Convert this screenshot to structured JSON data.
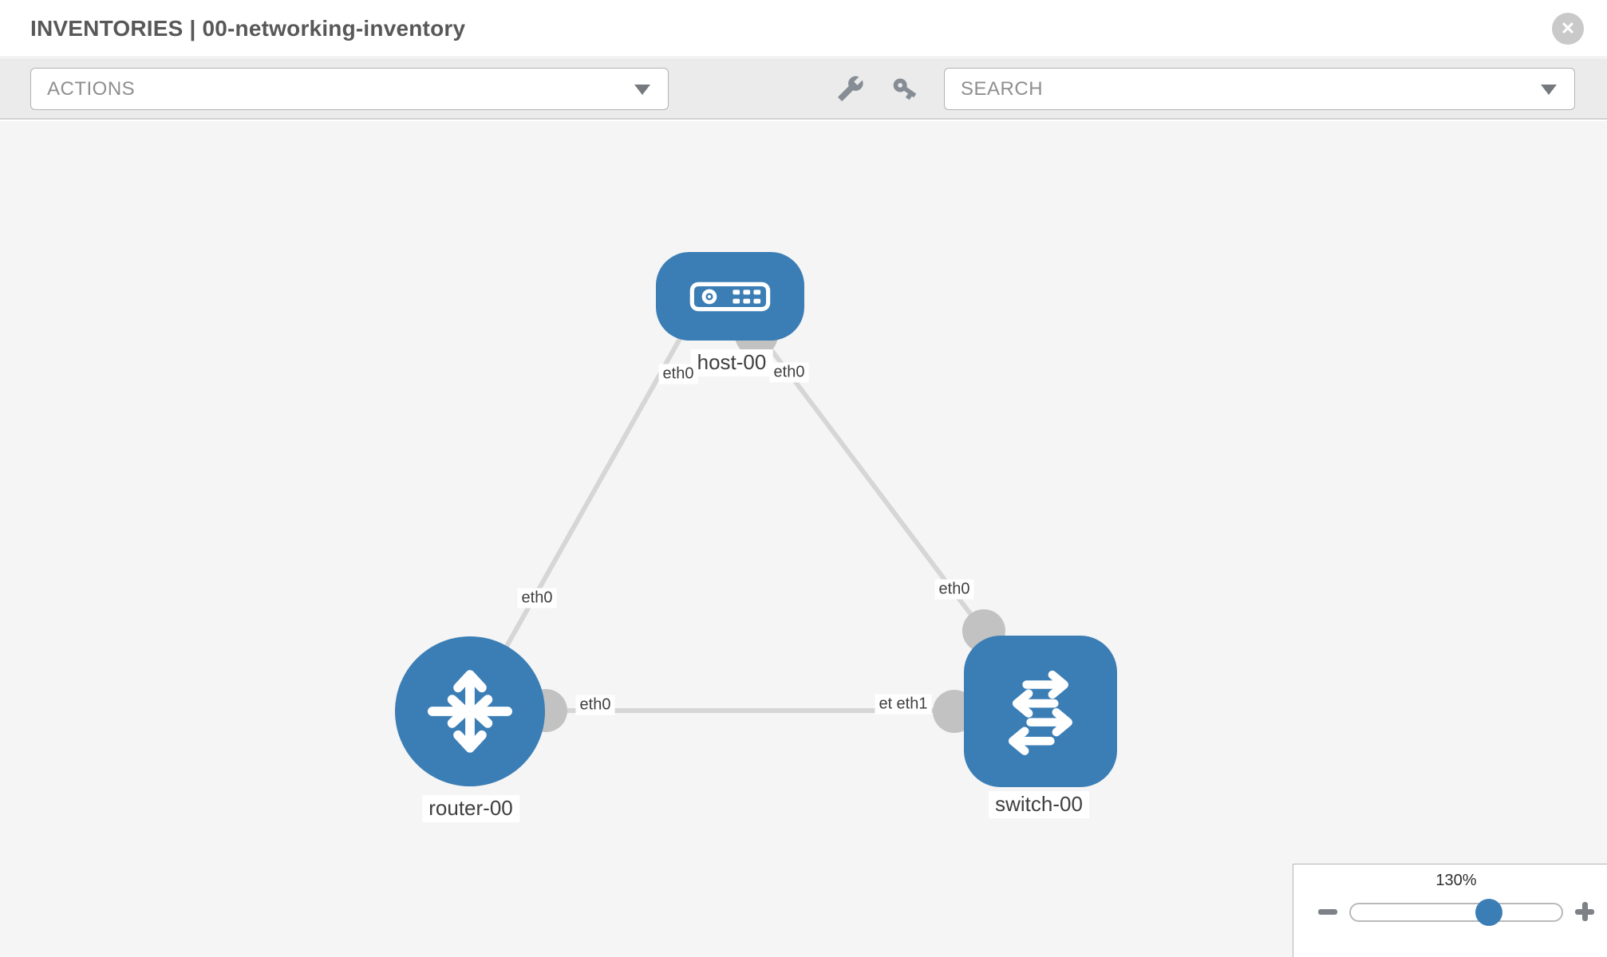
{
  "header": {
    "title": "INVENTORIES | 00-networking-inventory"
  },
  "toolbar": {
    "actions_label": "ACTIONS",
    "search_label": "SEARCH",
    "tool_icons": [
      "wrench-icon",
      "key-icon"
    ]
  },
  "topology": {
    "nodes": [
      {
        "id": "host-00",
        "type": "host",
        "label": "host-00"
      },
      {
        "id": "router-00",
        "type": "router",
        "label": "router-00"
      },
      {
        "id": "switch-00",
        "type": "switch",
        "label": "switch-00"
      }
    ],
    "links": [
      {
        "source": "router-00",
        "source_interface": "eth0",
        "target": "host-00",
        "target_interface": "eth0"
      },
      {
        "source": "host-00",
        "source_interface": "eth0",
        "target": "switch-00",
        "target_interface": "eth0"
      },
      {
        "source": "router-00",
        "source_interface": "eth0",
        "target": "switch-00",
        "target_interface": "eth1"
      }
    ]
  },
  "labels": {
    "host_name": "host-00",
    "router_name": "router-00",
    "switch_name": "switch-00",
    "link_router_host_host_side": "eth0",
    "link_router_host_router_side": "eth0",
    "link_host_switch_host_side": "eth0",
    "link_host_switch_switch_side": "eth0",
    "link_router_switch_router_side": "eth0",
    "link_router_switch_overlap_back": "eth0",
    "link_router_switch_switch_side": "eth1"
  },
  "zoom_control": {
    "level": "130%"
  },
  "colors": {
    "node_blue": "#3b7eb5",
    "link_gray": "#d6d6d6",
    "connector_gray": "#c2c2c2",
    "canvas_bg": "#f5f5f5",
    "toolbar_bg": "#ebebeb",
    "icon_gray": "#868d94"
  }
}
